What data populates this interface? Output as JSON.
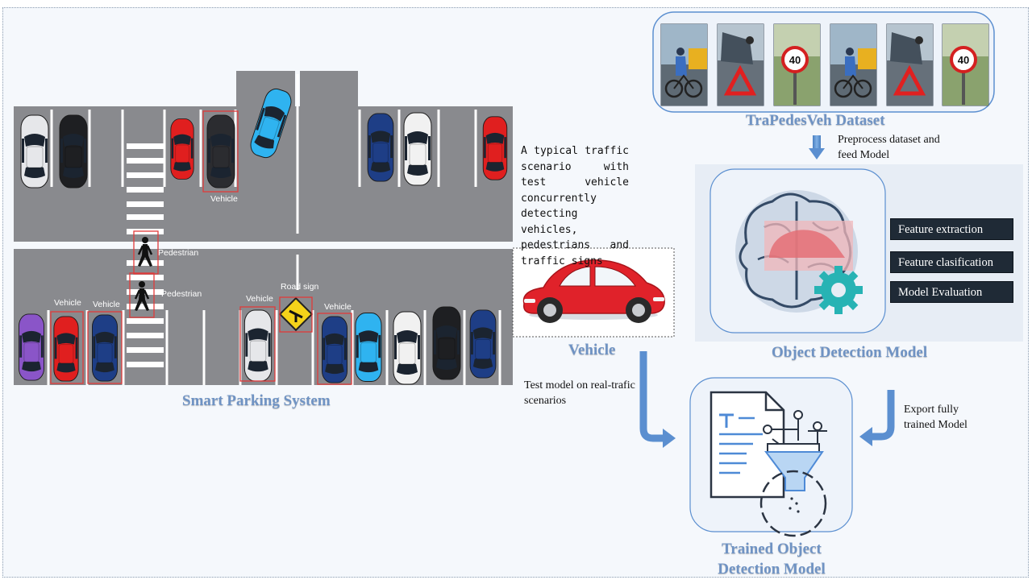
{
  "parking": {
    "title": "Smart Parking System",
    "labels": {
      "vehicle": "Vehicle",
      "pedestrian": "Pedestrian",
      "road_sign": "Road sign"
    }
  },
  "scenario_text": "A typical traffic scenario with test vehicle concurrently detecting vehicles, pedestrians and traffic signs",
  "vehicle_caption": "Vehicle",
  "test_note": "Test model on real-trafic scenarios",
  "dataset": {
    "title": "TraPedesVeh Dataset",
    "thumbnails": [
      "cyclist",
      "warning-triangle",
      "speed-sign",
      "cyclist",
      "warning-triangle",
      "speed-sign"
    ],
    "speed_sign_text": "40"
  },
  "preprocess_note": "Preprocess dataset and feed Model",
  "detection": {
    "title": "Object Detection Model",
    "features": [
      "Feature extraction",
      "Feature clasification",
      "Model Evaluation"
    ]
  },
  "export_note": "Export fully trained Model",
  "trained": {
    "title": "Trained Object Detection Model"
  },
  "colors": {
    "title_blue": "#6f93c4",
    "arrow_blue": "#5b8fd0",
    "road_gray": "#898a8e",
    "box_red": "#e23a3a",
    "feature_box": "#1f2a36"
  }
}
